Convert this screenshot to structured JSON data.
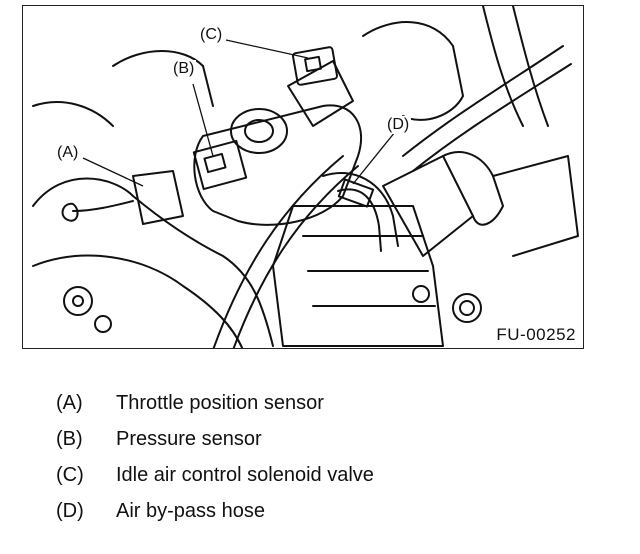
{
  "figure": {
    "id_label": "FU-00252",
    "callouts": [
      {
        "key": "(A)"
      },
      {
        "key": "(B)"
      },
      {
        "key": "(C)"
      },
      {
        "key": "(D)"
      }
    ]
  },
  "legend": [
    {
      "key": "(A)",
      "text": "Throttle position sensor"
    },
    {
      "key": "(B)",
      "text": "Pressure sensor"
    },
    {
      "key": "(C)",
      "text": "Idle air control solenoid valve"
    },
    {
      "key": "(D)",
      "text": "Air by-pass hose"
    }
  ],
  "colors": {
    "ink": "#111111",
    "background": "#ffffff"
  }
}
